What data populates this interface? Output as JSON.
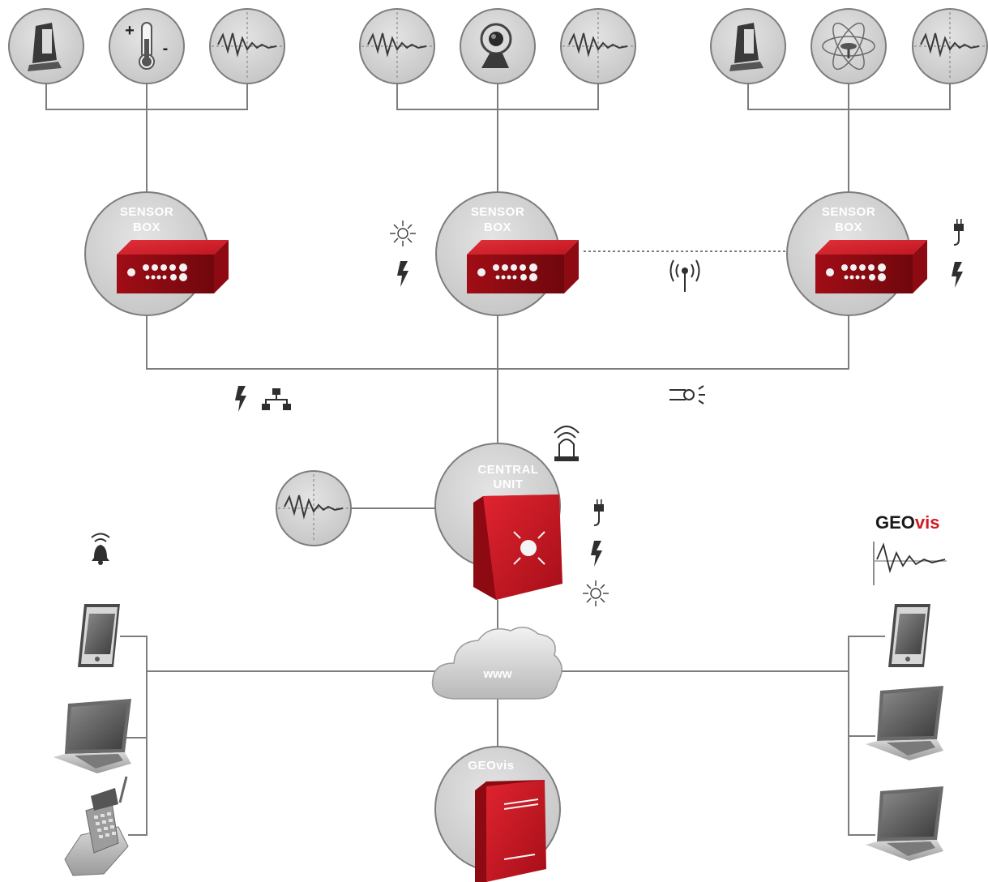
{
  "labels": {
    "sensor_box_line1": "SENSOR",
    "sensor_box_line2": "BOX",
    "central_unit_line1": "CENTRAL",
    "central_unit_line2": "UNIT",
    "cloud": "www",
    "server": "GEOvis",
    "brand_prefix": "GEO",
    "brand_suffix": "vis"
  },
  "colors": {
    "device_red": "#b5121b",
    "device_red_light": "#d9222c",
    "device_red_dark": "#7a0a10",
    "circle_fill": "#cfcfcf",
    "circle_stroke": "#7d7d7d",
    "line": "#7d7d7d",
    "icon_dark": "#3a3a3a",
    "brand_red": "#d31a22"
  },
  "sensors": {
    "group_1": [
      "total-station-icon",
      "thermometer-icon",
      "waveform-icon"
    ],
    "group_2": [
      "waveform-icon",
      "webcam-icon",
      "waveform-icon"
    ],
    "group_3": [
      "total-station-icon",
      "gnss-icon",
      "waveform-icon"
    ]
  },
  "status_icons": [
    "sun-icon",
    "lightning-icon",
    "wireless-icon",
    "plug-icon",
    "network-icon",
    "fiber-icon",
    "alarm-light-icon",
    "bell-icon"
  ],
  "client_devices_left": [
    "smartphone-icon",
    "laptop-icon",
    "cordless-phone-icon"
  ],
  "client_devices_right": [
    "smartphone-icon",
    "laptop-icon",
    "laptop-icon"
  ]
}
